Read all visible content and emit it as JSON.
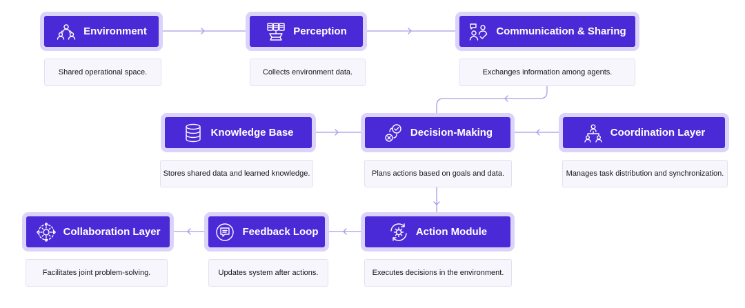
{
  "colors": {
    "node_fill": "#4a2ad6",
    "node_outline": "#dcd3fb",
    "connector": "#a79be8",
    "description_bg": "#f7f6fd",
    "text_dark": "#15151d"
  },
  "nodes": {
    "environment": {
      "label": "Environment",
      "icon": "people-network-icon",
      "description": "Shared operational space."
    },
    "perception": {
      "label": "Perception",
      "icon": "documents-stack-icon",
      "description": "Collects environment data."
    },
    "communication": {
      "label": "Communication & Sharing",
      "icon": "people-chat-icon",
      "description": "Exchanges information among agents."
    },
    "knowledge_base": {
      "label": "Knowledge Base",
      "icon": "database-icon",
      "description": "Stores shared data and learned knowledge."
    },
    "decision_making": {
      "label": "Decision-Making",
      "icon": "decision-check-icon",
      "description": "Plans actions based on goals and data."
    },
    "coordination": {
      "label": "Coordination Layer",
      "icon": "hierarchy-people-icon",
      "description": "Manages task distribution and synchronization."
    },
    "collaboration": {
      "label": "Collaboration Layer",
      "icon": "gear-network-icon",
      "description": "Facilitates joint problem-solving."
    },
    "feedback": {
      "label": "Feedback Loop",
      "icon": "chat-bubble-icon",
      "description": "Updates system after actions."
    },
    "action": {
      "label": "Action Module",
      "icon": "gear-cycle-icon",
      "description": "Executes decisions in the environment."
    }
  }
}
